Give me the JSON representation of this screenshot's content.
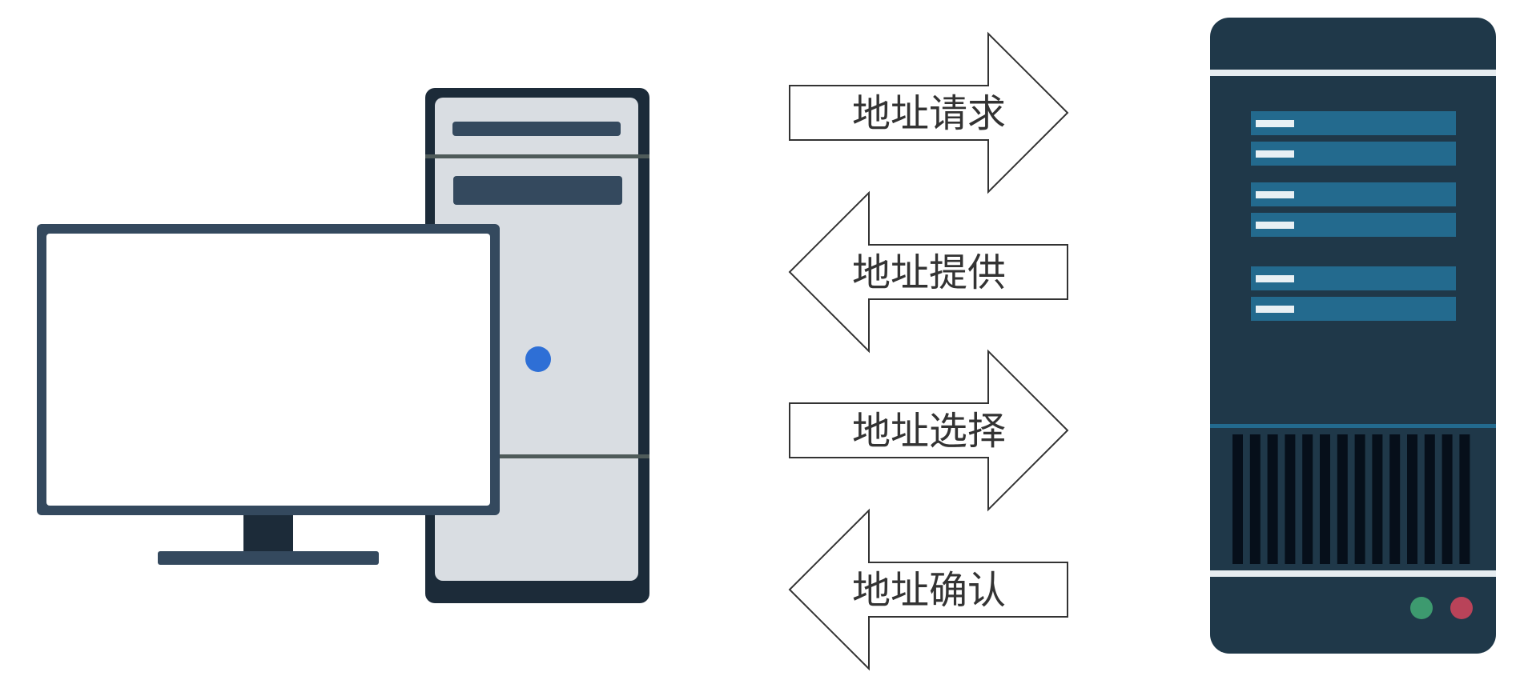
{
  "diagram": {
    "colors": {
      "background": "#ffffff",
      "client_dark": "#34495e",
      "client_case_dark": "#1c2b39",
      "client_case_face": "#d9dde2",
      "client_led": "#2e6fd6",
      "server_body": "#1f3849",
      "server_bay": "#236a8e",
      "server_led_green": "#3d9a6f",
      "server_led_red": "#b94359",
      "arrow_stroke": "#333333",
      "arrow_fill": "#ffffff"
    },
    "steps": [
      {
        "label": "地址请求",
        "direction": "right"
      },
      {
        "label": "地址提供",
        "direction": "left"
      },
      {
        "label": "地址选择",
        "direction": "right"
      },
      {
        "label": "地址确认",
        "direction": "left"
      }
    ]
  }
}
